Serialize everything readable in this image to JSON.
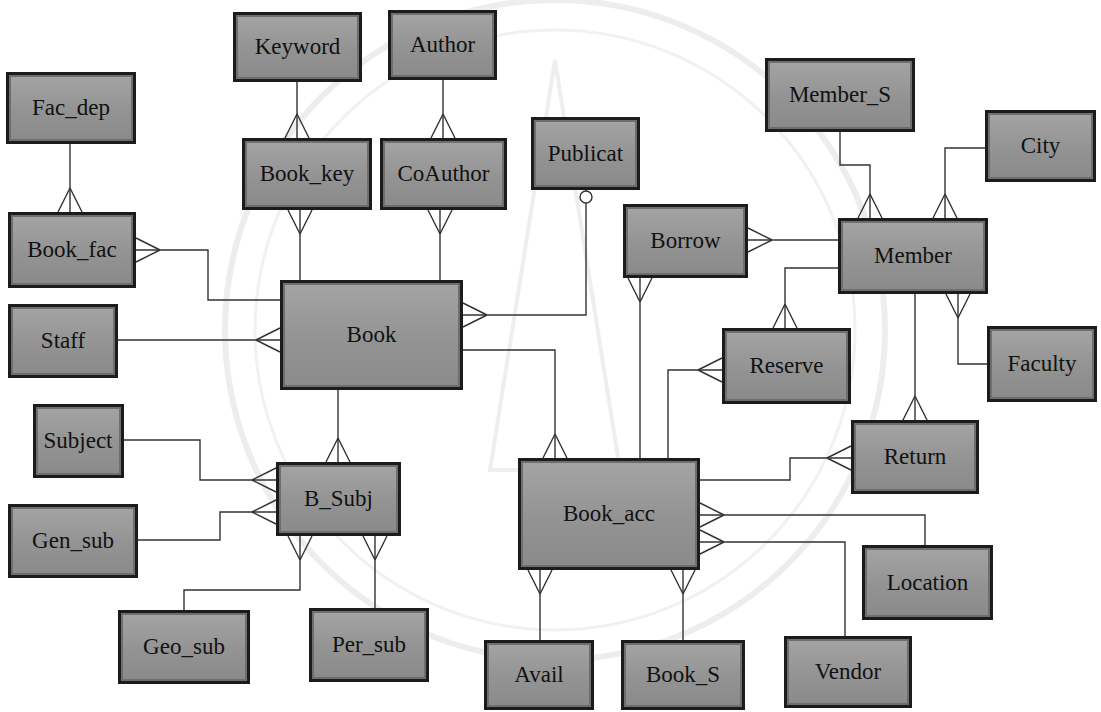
{
  "diagram": {
    "nodes": [
      {
        "text": [
          "Keyword"
        ]
      },
      {
        "text": [
          "Author"
        ]
      },
      {
        "text": [
          "Member_S"
        ]
      },
      {
        "text": [
          "Fac_dep"
        ]
      },
      {
        "text": [
          "Publicat"
        ]
      },
      {
        "text": [
          "City"
        ]
      },
      {
        "text": [
          "Book_key"
        ]
      },
      {
        "text": [
          "CoAuthor"
        ]
      },
      {
        "text": [
          "Borrow"
        ]
      },
      {
        "text": [
          "Member"
        ]
      },
      {
        "text": [
          "Book_fac"
        ]
      },
      {
        "text": [
          "Book"
        ]
      },
      {
        "text": [
          "Staff"
        ]
      },
      {
        "text": [
          "Reserve"
        ]
      },
      {
        "text": [
          "Faculty"
        ]
      },
      {
        "text": [
          "Subject"
        ]
      },
      {
        "text": [
          "B_Subj"
        ]
      },
      {
        "text": [
          "Book_acc"
        ]
      },
      {
        "text": [
          "Return"
        ]
      },
      {
        "text": [
          "Gen_sub"
        ]
      },
      {
        "text": [
          "Location"
        ]
      },
      {
        "text": [
          "Geo_sub"
        ]
      },
      {
        "text": [
          "Per_sub"
        ]
      },
      {
        "text": [
          "Avail"
        ]
      },
      {
        "text": [
          "Book_S"
        ]
      },
      {
        "text": [
          "Vendor"
        ]
      }
    ],
    "edges": [
      {
        "from": 0,
        "to": 6,
        "arrow": "to"
      },
      {
        "from": 1,
        "to": 7,
        "arrow": "to"
      },
      {
        "from": 11,
        "to": 6,
        "arrow": "to"
      },
      {
        "from": 11,
        "to": 7,
        "arrow": "to"
      },
      {
        "from": 4,
        "to": 11,
        "arrow": "to"
      },
      {
        "from": 3,
        "to": 10,
        "arrow": "to"
      },
      {
        "from": 11,
        "to": 10,
        "arrow": "to"
      },
      {
        "from": 12,
        "to": 11,
        "arrow": "to"
      },
      {
        "from": 11,
        "to": 16,
        "arrow": "to"
      },
      {
        "from": 15,
        "to": 16,
        "arrow": "to"
      },
      {
        "from": 19,
        "to": 16,
        "arrow": "to"
      },
      {
        "from": 21,
        "to": 16,
        "arrow": "to"
      },
      {
        "from": 22,
        "to": 16,
        "arrow": "to"
      },
      {
        "from": 11,
        "to": 17,
        "arrow": "to"
      },
      {
        "from": 2,
        "to": 9,
        "arrow": "to"
      },
      {
        "from": 5,
        "to": 9,
        "arrow": "to"
      },
      {
        "from": 9,
        "to": 8,
        "arrow": "to"
      },
      {
        "from": 17,
        "to": 8,
        "arrow": "to"
      },
      {
        "from": 9,
        "to": 13,
        "arrow": "to"
      },
      {
        "from": 17,
        "to": 13,
        "arrow": "to"
      },
      {
        "from": 14,
        "to": 9,
        "arrow": "to"
      },
      {
        "from": 9,
        "to": 18,
        "arrow": "to"
      },
      {
        "from": 17,
        "to": 18,
        "arrow": "to"
      },
      {
        "from": 20,
        "to": 17,
        "arrow": "to"
      },
      {
        "from": 25,
        "to": 17,
        "arrow": "to"
      },
      {
        "from": 23,
        "to": 17,
        "arrow": "to"
      },
      {
        "from": 24,
        "to": 17,
        "arrow": "to"
      }
    ]
  }
}
